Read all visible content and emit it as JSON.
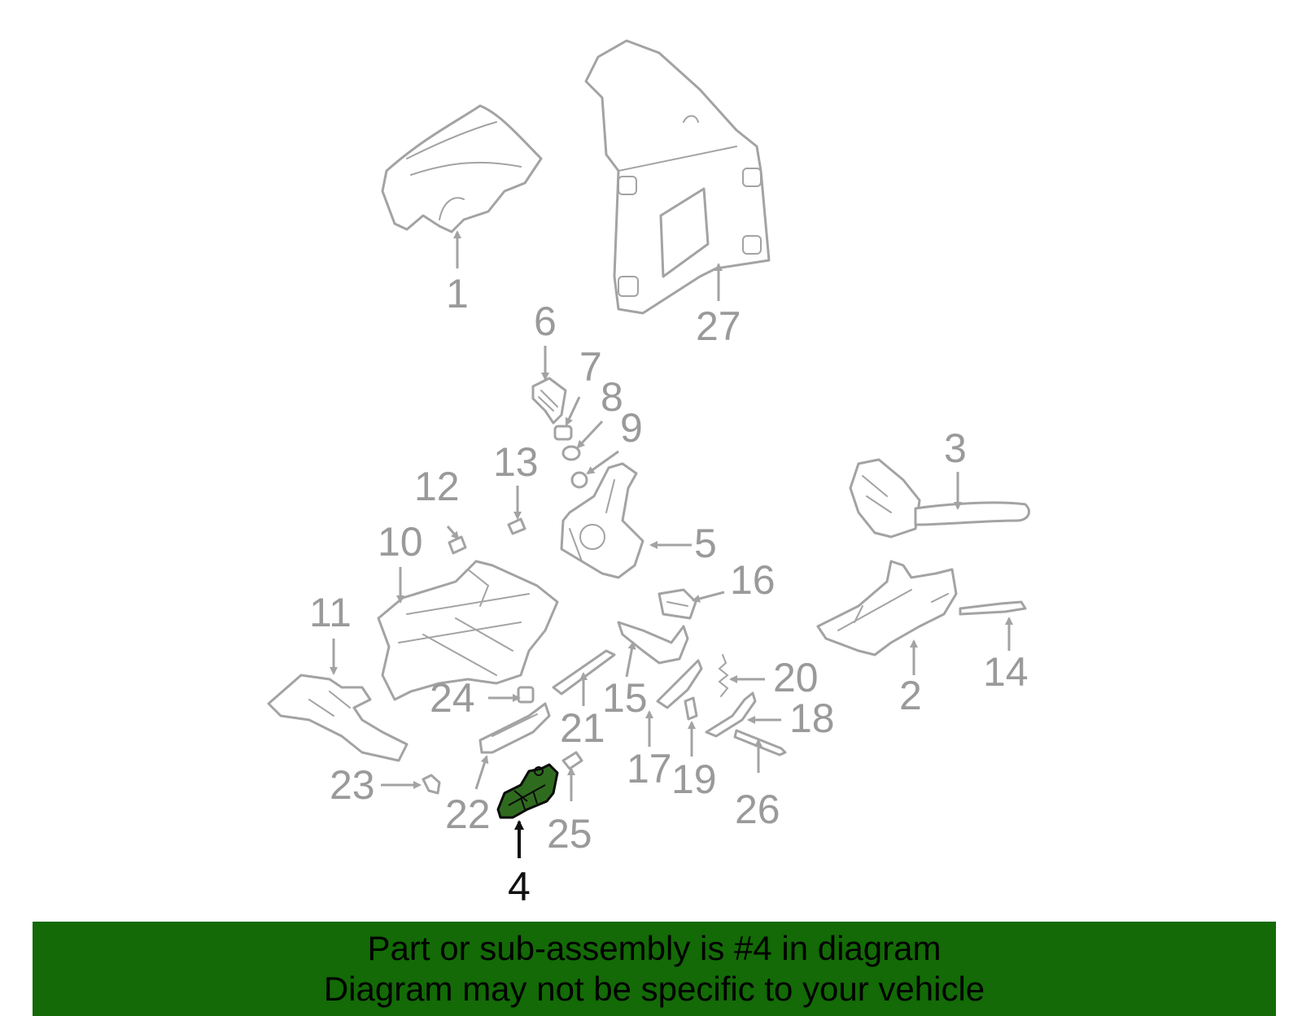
{
  "diagram": {
    "highlighted_part": "4",
    "callouts": [
      "1",
      "2",
      "3",
      "4",
      "5",
      "6",
      "7",
      "8",
      "9",
      "10",
      "11",
      "12",
      "13",
      "14",
      "15",
      "16",
      "17",
      "18",
      "19",
      "20",
      "21",
      "22",
      "23",
      "24",
      "25",
      "26",
      "27"
    ]
  },
  "banner": {
    "line1": "Part or sub-assembly is #4 in diagram",
    "line2": "Diagram may not be specific to your vehicle",
    "background_color": "#136a06"
  },
  "colors": {
    "parts": "#a3a3a3",
    "highlight_fill": "#2f6b1f",
    "highlight_stroke": "#0a0a0a"
  }
}
